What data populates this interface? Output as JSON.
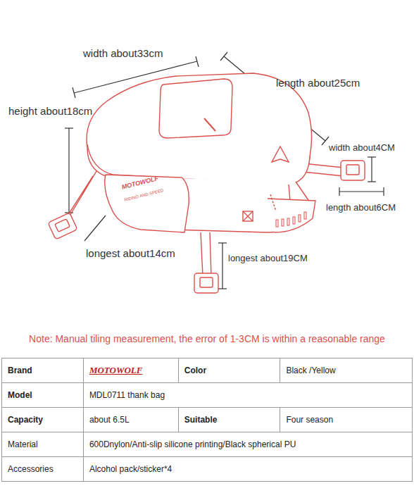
{
  "diagram": {
    "labels": [
      "width about33cm",
      "length about25cm",
      "height about18cm",
      "width about4CM",
      "length about6CM",
      "longest about14cm",
      "longest about19CM",
      "MOTOWOLF",
      "RIDING AND SPEED",
      "Note: Manual tiling measurement, the error of 1-3CM is within a reasonable range",
      "Brand",
      "MOTOWOLF",
      "Color",
      "Black /Yellow",
      "Model",
      "MDL0711 thank bag",
      "Capacity",
      "about 6.5L",
      "Suitable",
      "Four season",
      "Material",
      "600Dnylon/Anti-slip silicone printing/Black spherical PU",
      "Accessories",
      "Alcohol pack/sticker*4"
    ]
  }
}
